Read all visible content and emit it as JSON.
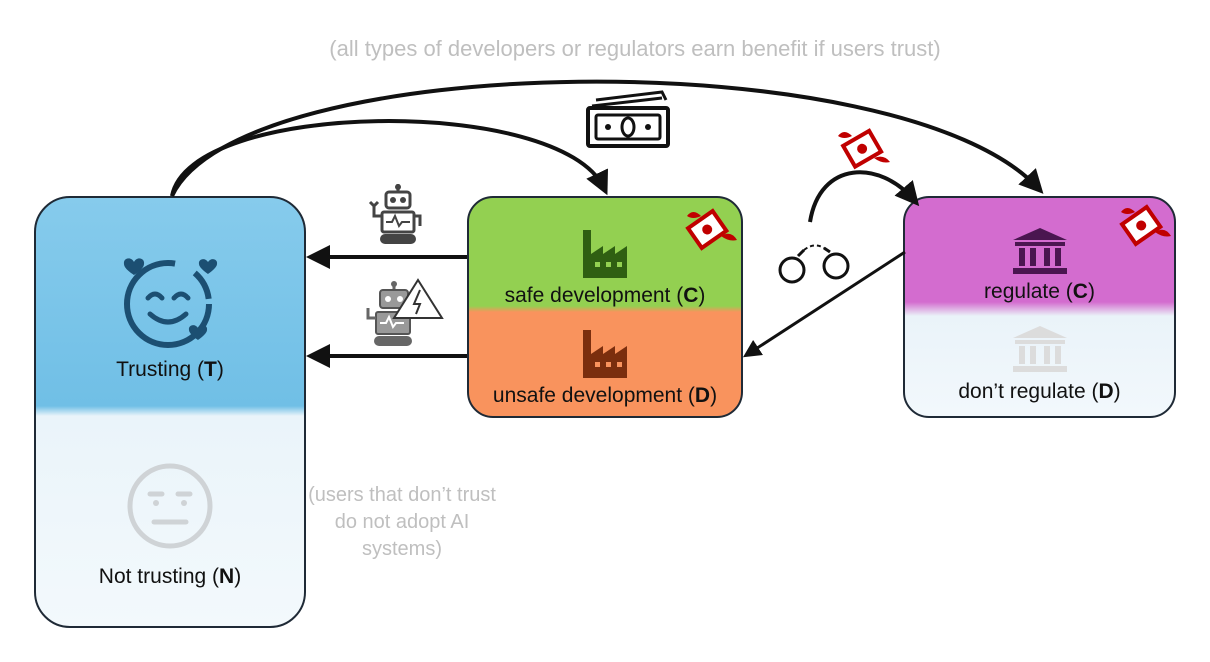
{
  "notes": {
    "top": "(all types of developers or regulators earn benefit if users trust)",
    "side": "(users that don’t trust do not adopt AI systems)"
  },
  "users": {
    "trusting": {
      "text": "Trusting (",
      "code": "T",
      "close": ")"
    },
    "not_trusting": {
      "text": "Not trusting (",
      "code": "N",
      "close": ")"
    }
  },
  "developers": {
    "safe": {
      "text": "safe development (",
      "code": "C",
      "close": ")"
    },
    "unsafe": {
      "text": "unsafe development (",
      "code": "D",
      "close": ")"
    }
  },
  "regulators": {
    "regulate": {
      "text": "regulate (",
      "code": "C",
      "close": ")"
    },
    "dont_regulate": {
      "text": "don’t regulate (",
      "code": "D",
      "close": ")"
    }
  },
  "colors": {
    "users_top": "#70bfe6",
    "safe": "#93d051",
    "unsafe": "#f9935d",
    "regulate": "#d36ccf",
    "cost_icon": "#c00000"
  },
  "icons": [
    "cash-icon",
    "robot-icon",
    "hazard-robot-icon",
    "factory-icon",
    "bank-icon",
    "flying-money-icon",
    "handcuffs-icon",
    "smiley-hearts-icon",
    "neutral-face-icon"
  ]
}
